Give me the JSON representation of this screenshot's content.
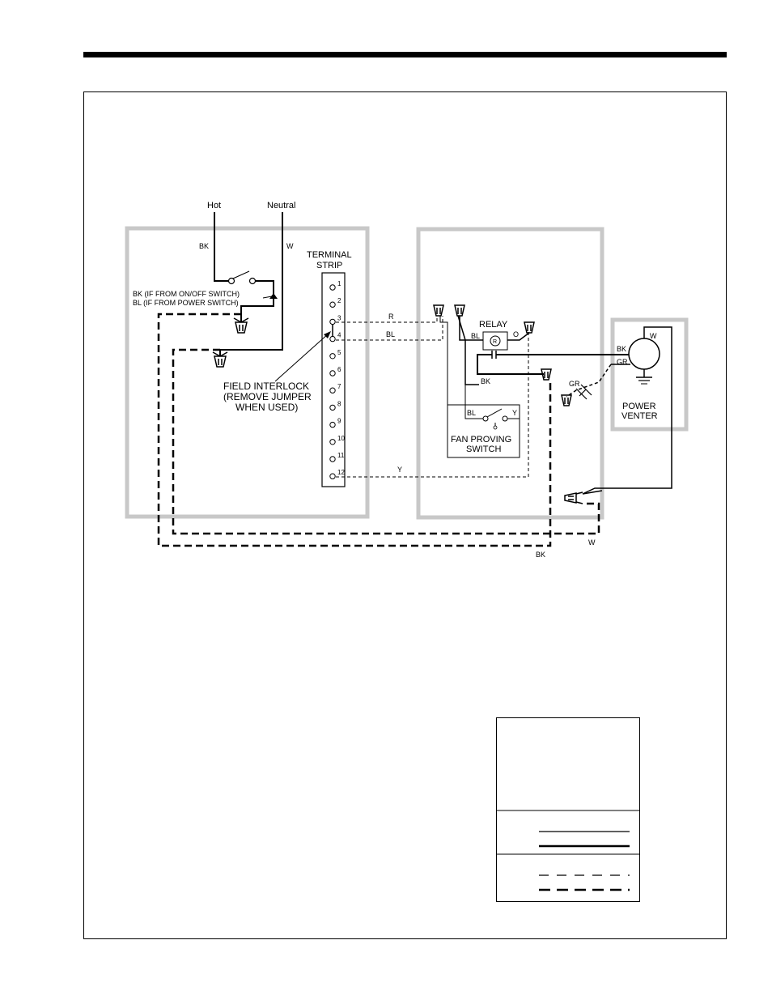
{
  "diagram": {
    "power": {
      "hot": "Hot",
      "neutral": "Neutral"
    },
    "wires": {
      "bk_top": "BK",
      "w_top": "W",
      "switch_note_1": "BK (IF FROM ON/OFF SWITCH)",
      "switch_note_2": "BL (IF FROM POWER SWITCH)",
      "r": "R",
      "bl_mid": "BL",
      "y_bottom": "Y",
      "bk_bottom": "BK",
      "w_bottom": "W"
    },
    "terminal_strip": {
      "title_1": "TERMINAL",
      "title_2": "STRIP",
      "terminals": [
        "1",
        "2",
        "3",
        "4",
        "5",
        "6",
        "7",
        "8",
        "9",
        "10",
        "11",
        "12"
      ]
    },
    "field_interlock": {
      "line1": "FIELD INTERLOCK",
      "line2": "(REMOVE JUMPER",
      "line3": "WHEN USED)"
    },
    "relay": {
      "title": "RELAY",
      "coil": "R",
      "bl_label": "BL",
      "contact_mark": "O",
      "bk_label": "BK"
    },
    "fan_switch": {
      "bl_label": "BL",
      "y_label": "Y",
      "line1": "FAN PROVING",
      "line2": "SWITCH"
    },
    "power_venter": {
      "w_label": "W",
      "bk_label": "BK",
      "gr_label": "GR",
      "ground_label": "GR",
      "line1": "POWER",
      "line2": "VENTER"
    }
  },
  "colors": {
    "frame": "#c8c8c8",
    "line": "#000000",
    "background": "#ffffff"
  }
}
